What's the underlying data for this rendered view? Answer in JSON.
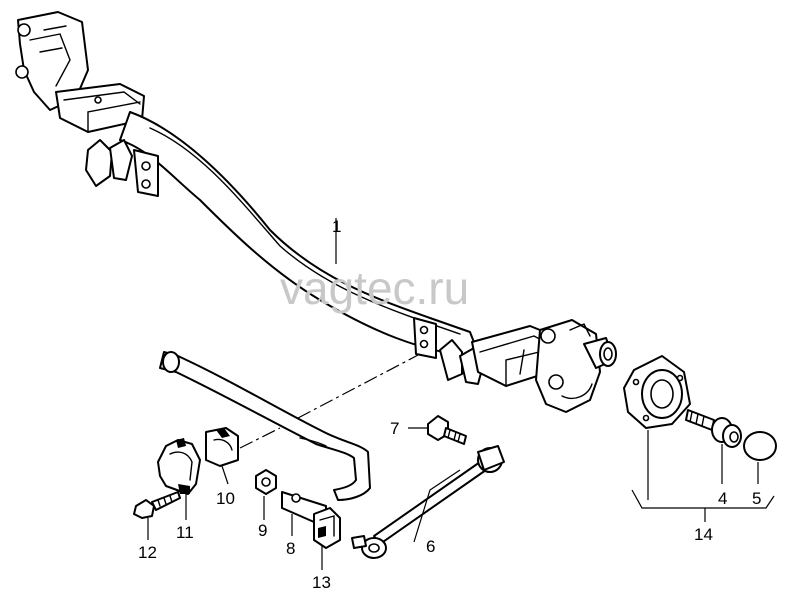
{
  "watermark": "vagtec.ru",
  "callouts": {
    "c1": "1",
    "c4": "4",
    "c5": "5",
    "c6": "6",
    "c7": "7",
    "c8": "8",
    "c9": "9",
    "c10": "10",
    "c11": "11",
    "c12": "12",
    "c13": "13",
    "c14": "14"
  },
  "colors": {
    "line": "#000000",
    "background": "#ffffff",
    "watermark": "#c8c8c8"
  }
}
